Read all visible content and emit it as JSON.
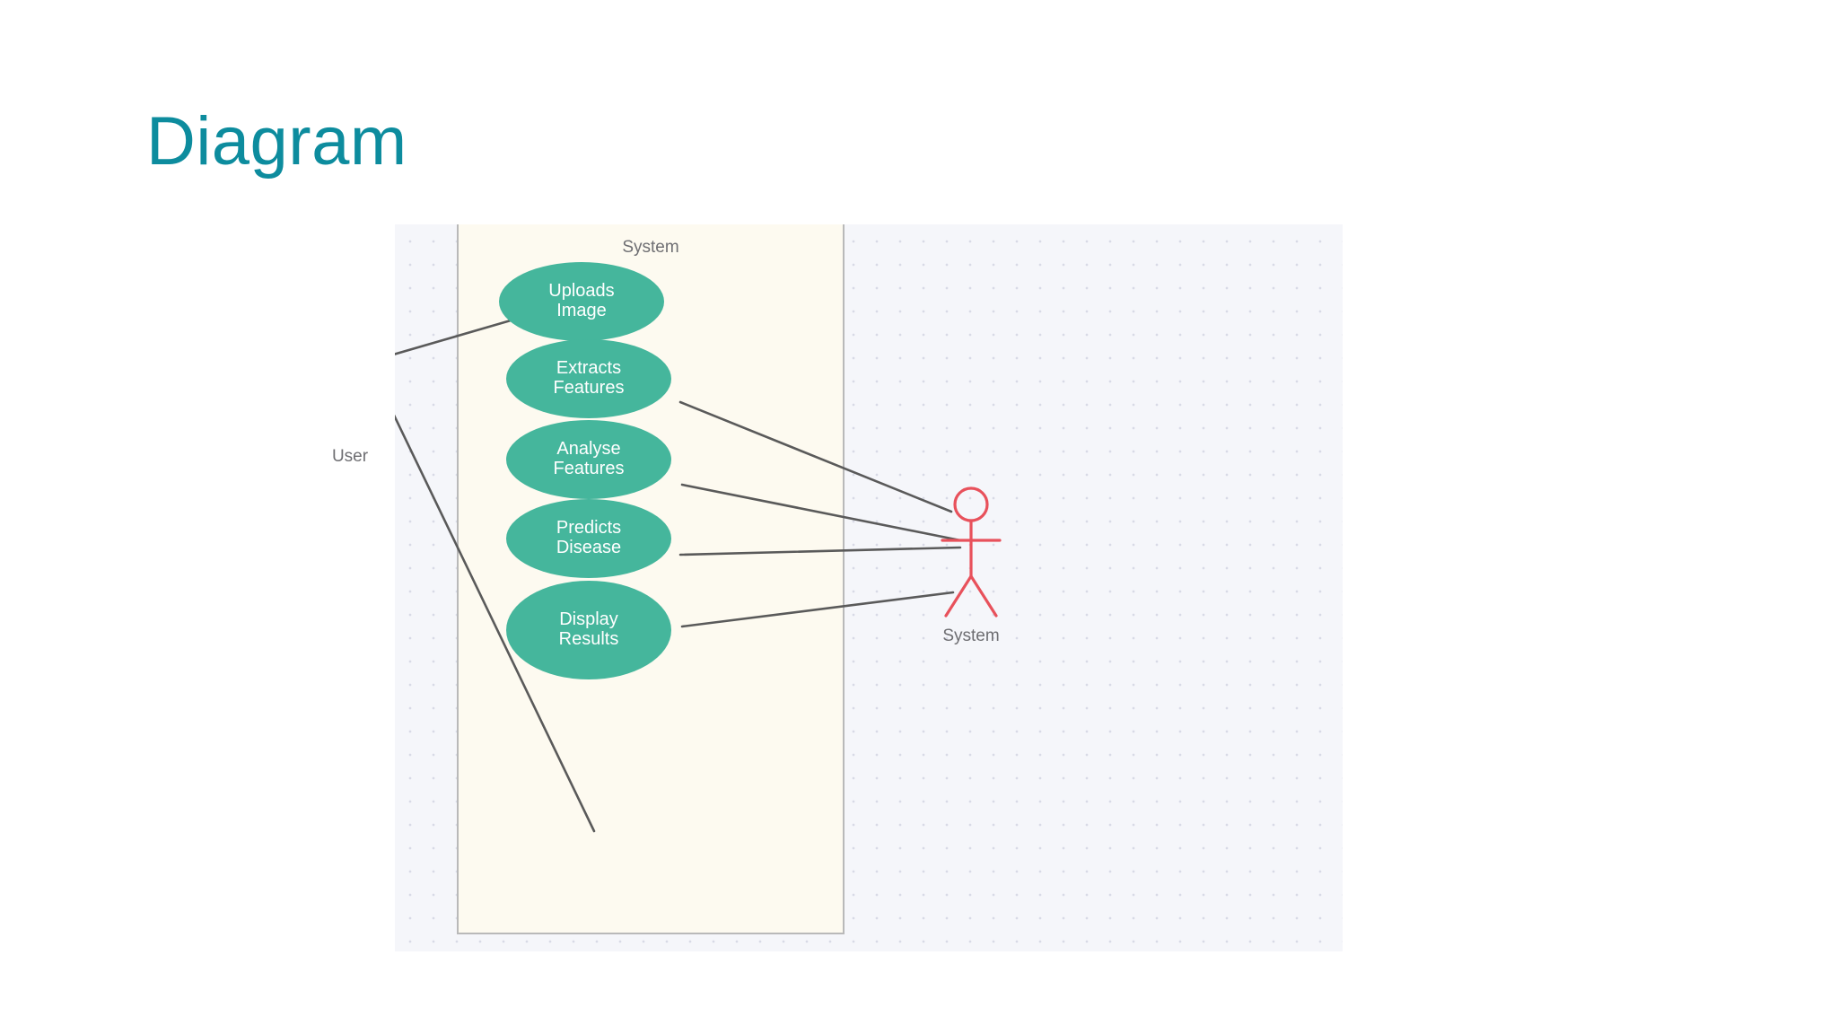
{
  "slide": {
    "title": "Diagram",
    "title_color": "#0d8c9e",
    "background": "#ffffff"
  },
  "diagram": {
    "kind": "uml-use-case-diagram",
    "canvas": {
      "background": "#f5f6fa",
      "grid": "dotted",
      "grid_dot_color": "#d8dae6"
    },
    "system_boundary": {
      "label": "System",
      "fill": "#fdfaf0",
      "stroke": "#b9b9b9"
    },
    "actors": [
      {
        "id": "actor-user",
        "label": "User",
        "color": "#e8515b",
        "side": "left"
      },
      {
        "id": "actor-system",
        "label": "System",
        "color": "#e8515b",
        "side": "right"
      }
    ],
    "use_cases": [
      {
        "id": "uc-uploads-image",
        "line1": "Uploads",
        "line2": "Image",
        "fill": "#45b69c"
      },
      {
        "id": "uc-extracts-features",
        "line1": "Extracts",
        "line2": "Features",
        "fill": "#45b69c"
      },
      {
        "id": "uc-analyse-features",
        "line1": "Analyse",
        "line2": "Features",
        "fill": "#45b69c"
      },
      {
        "id": "uc-predicts-disease",
        "line1": "Predicts",
        "line2": "Disease",
        "fill": "#45b69c"
      },
      {
        "id": "uc-display-results",
        "line1": "Display",
        "line2": "Results",
        "fill": "#45b69c"
      }
    ],
    "associations": [
      {
        "from": "actor-user",
        "to": "uc-uploads-image"
      },
      {
        "from": "actor-user",
        "to": "uc-display-results"
      },
      {
        "from": "uc-extracts-features",
        "to": "actor-system"
      },
      {
        "from": "uc-analyse-features",
        "to": "actor-system"
      },
      {
        "from": "uc-predicts-disease",
        "to": "actor-system"
      },
      {
        "from": "uc-display-results",
        "to": "actor-system"
      }
    ],
    "connector_color": "#5a5a5a"
  }
}
